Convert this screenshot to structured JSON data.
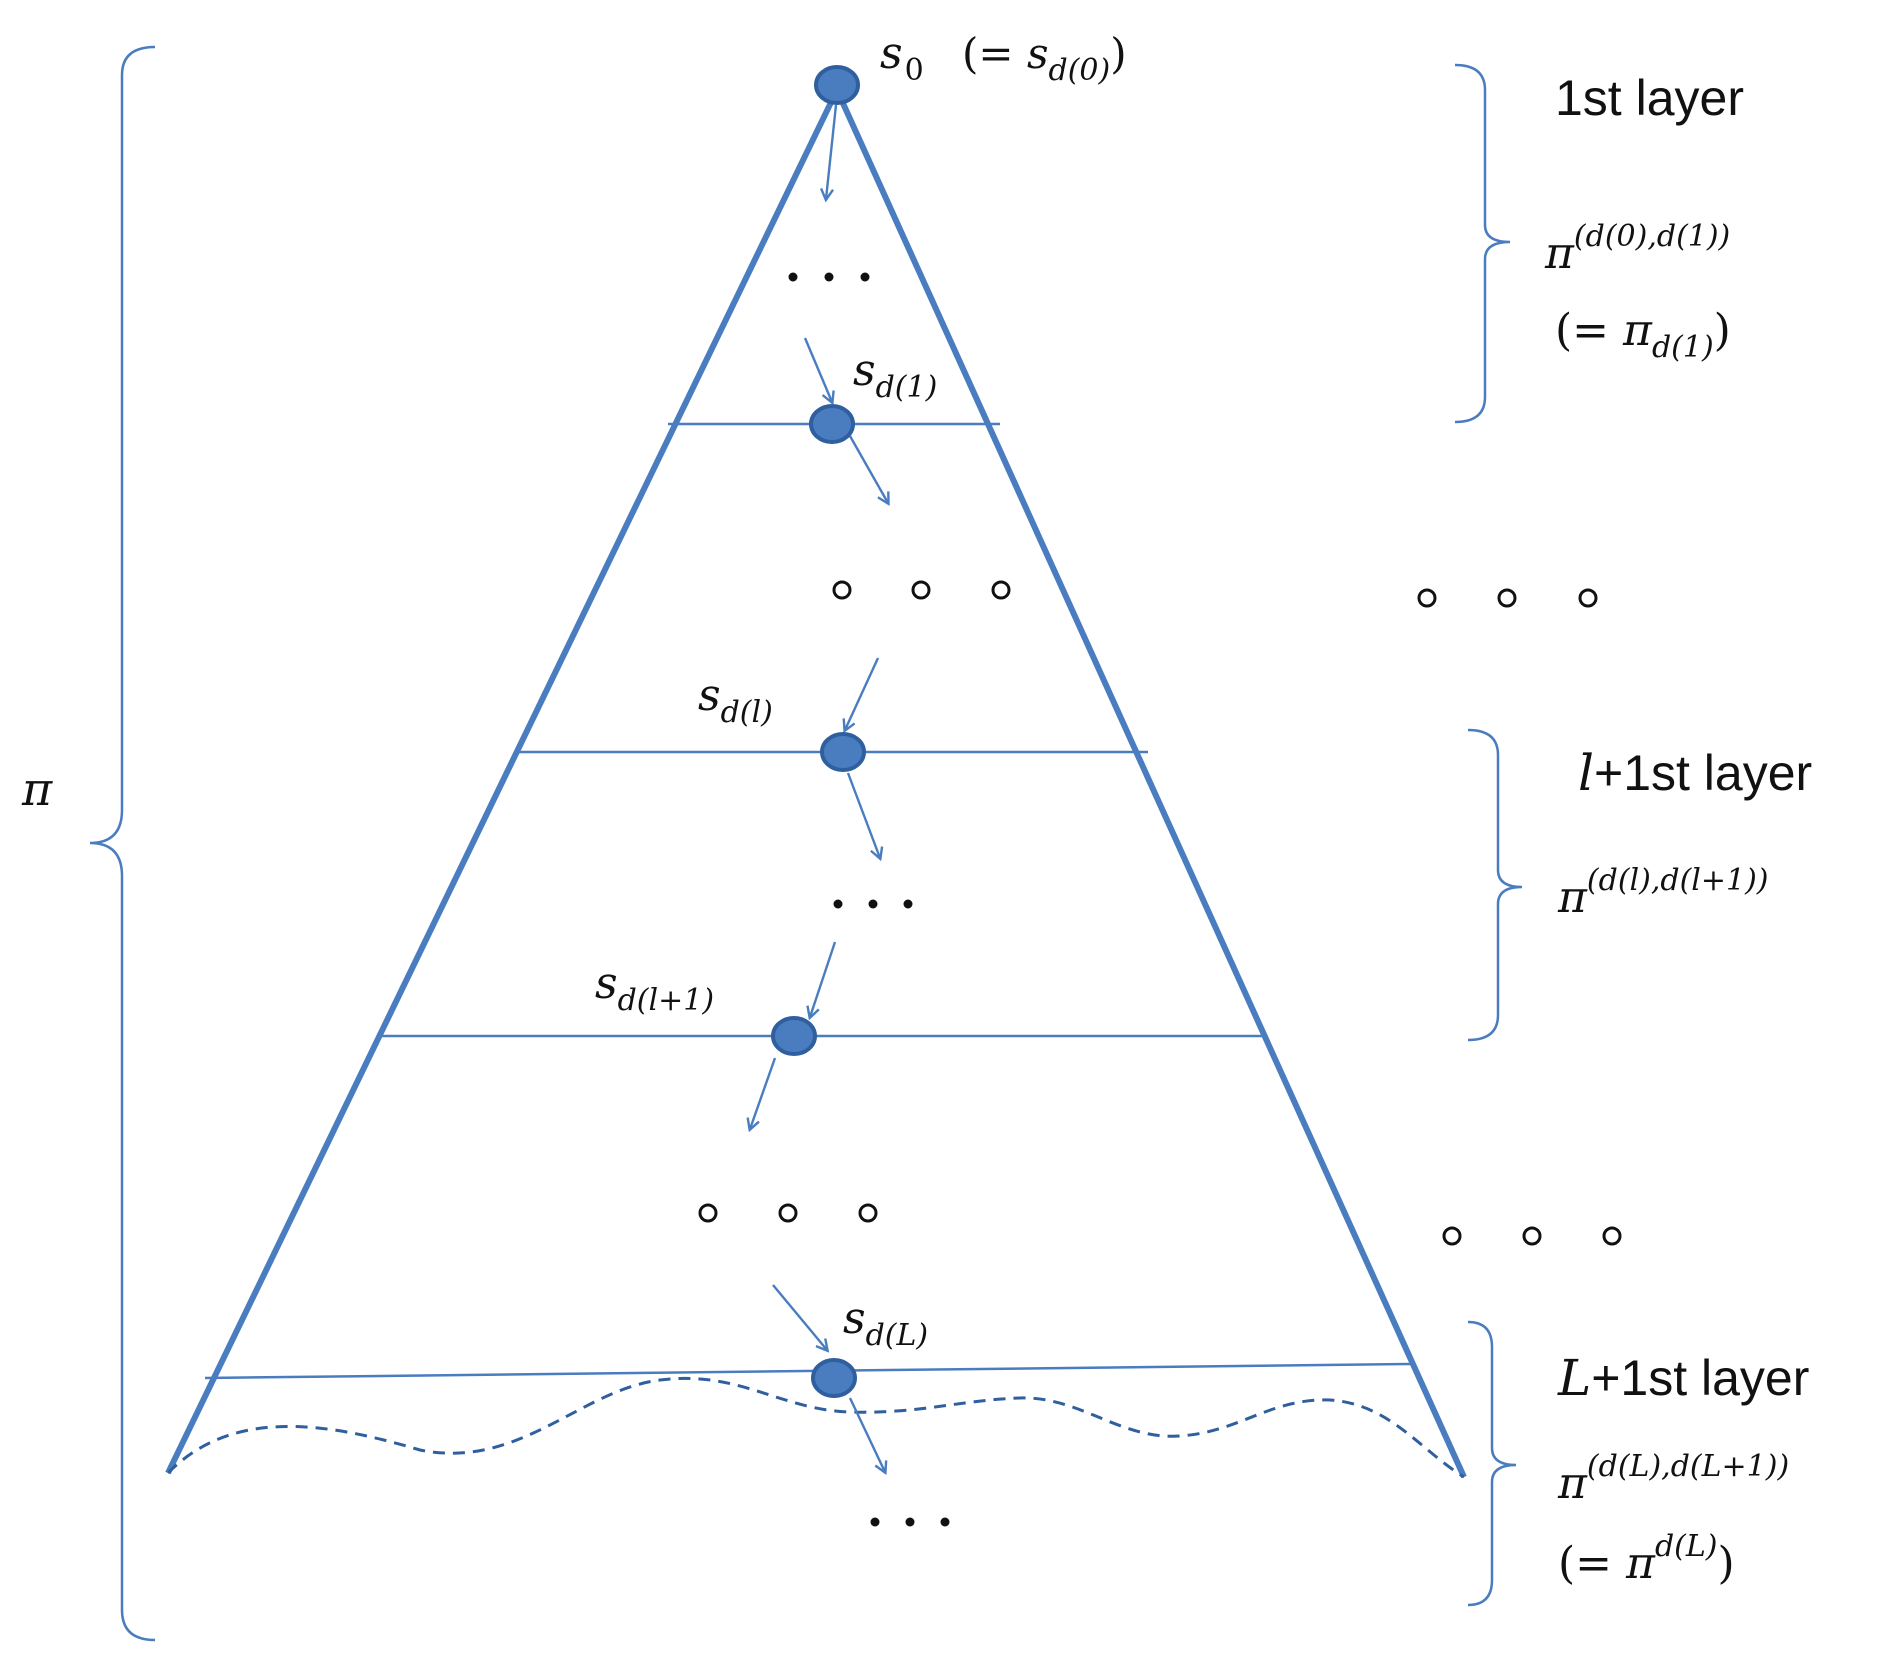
{
  "colors": {
    "line": "#4a7cc0",
    "node_fill": "#4a7cc0",
    "node_stroke": "#2f5f9e",
    "text": "#111111"
  },
  "labels": {
    "pi": "π",
    "s0_base": "s",
    "s0_sub": "0",
    "s0_eq_prefix": "(= ",
    "s0_eq_base": "s",
    "s0_eq_sub": "d(0)",
    "s0_eq_suffix": ")",
    "sd1_base": "s",
    "sd1_sub": "d(1)",
    "sdl_base": "s",
    "sdl_sub": "d(l)",
    "sdl1_base": "s",
    "sdl1_sub": "d(l+1)",
    "sdL_base": "s",
    "sdL_sub": "d(L)",
    "layer1_title": "1st layer",
    "layer1_pi_base": "π",
    "layer1_pi_sup": "(d(0),d(1))",
    "layer1_eq_prefix": "(= ",
    "layer1_eq_base": "π",
    "layer1_eq_sub": "d(1)",
    "layer1_eq_suffix": ")",
    "layerl_title_var": "l",
    "layerl_title_rest": "+1st layer",
    "layerl_pi_base": "π",
    "layerl_pi_sup": "(d(l),d(l+1))",
    "layerL_title_var": "L",
    "layerL_title_rest": "+1st layer",
    "layerL_pi_base": "π",
    "layerL_pi_sup": "(d(L),d(L+1))",
    "layerL_eq_prefix": "(= ",
    "layerL_eq_base": "π",
    "layerL_eq_sup": "d(L)",
    "layerL_eq_suffix": ")"
  }
}
